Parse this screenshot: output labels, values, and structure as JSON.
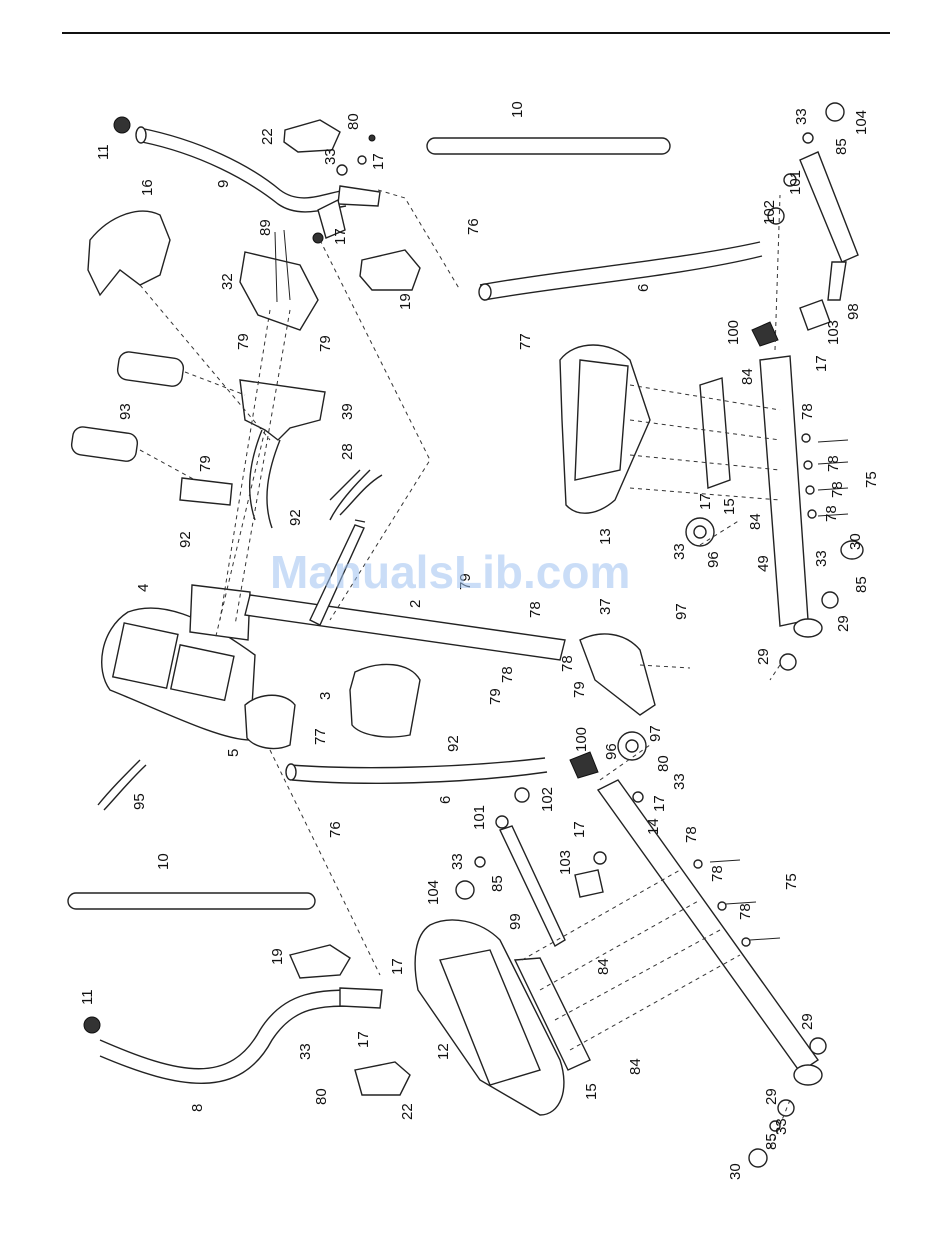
{
  "watermark": "ManualsLib.com",
  "labels": {
    "p2": "2",
    "p3": "3",
    "p4": "4",
    "p5": "5",
    "p6a": "6",
    "p6b": "6",
    "p8": "8",
    "p9": "9",
    "p10a": "10",
    "p10b": "10",
    "p11a": "11",
    "p11b": "11",
    "p12": "12",
    "p13": "13",
    "p14": "14",
    "p15a": "15",
    "p15b": "15",
    "p16": "16",
    "p17a": "17",
    "p17b": "17",
    "p17c": "17",
    "p17d": "17",
    "p17e": "17",
    "p17f": "17",
    "p17g": "17",
    "p17h": "17",
    "p19a": "19",
    "p19b": "19",
    "p22a": "22",
    "p22b": "22",
    "p28": "28",
    "p29a": "29",
    "p29b": "29",
    "p29c": "29",
    "p29d": "29",
    "p30a": "30",
    "p30b": "30",
    "p32": "32",
    "p33a": "33",
    "p33b": "33",
    "p33c": "33",
    "p33d": "33",
    "p33e": "33",
    "p33f": "33",
    "p33g": "33",
    "p37": "37",
    "p39": "39",
    "p75a": "75",
    "p75b": "75",
    "p76a": "76",
    "p76b": "76",
    "p77a": "77",
    "p77b": "77",
    "p78a": "78",
    "p78b": "78",
    "p78c": "78",
    "p78d": "78",
    "p78e": "78",
    "p78f": "78",
    "p78g": "78",
    "p78h": "78",
    "p78i": "78",
    "p79a": "79",
    "p79b": "79",
    "p79c": "79",
    "p79d": "79",
    "p79e": "79",
    "p79f": "79",
    "p80a": "80",
    "p80b": "80",
    "p80c": "80",
    "p84a": "84",
    "p84b": "84",
    "p84c": "84",
    "p84d": "84",
    "p85a": "85",
    "p85b": "85",
    "p85c": "85",
    "p85d": "85",
    "p89": "89",
    "p92a": "92",
    "p92b": "92",
    "p92c": "92",
    "p93": "93",
    "p95": "95",
    "p96a": "96",
    "p96b": "96",
    "p97a": "97",
    "p97b": "97",
    "p98": "98",
    "p99": "99",
    "p100a": "100",
    "p100b": "100",
    "p101a": "101",
    "p101b": "101",
    "p102a": "102",
    "p102b": "102",
    "p103a": "103",
    "p103b": "103",
    "p104a": "104",
    "p104b": "104"
  }
}
